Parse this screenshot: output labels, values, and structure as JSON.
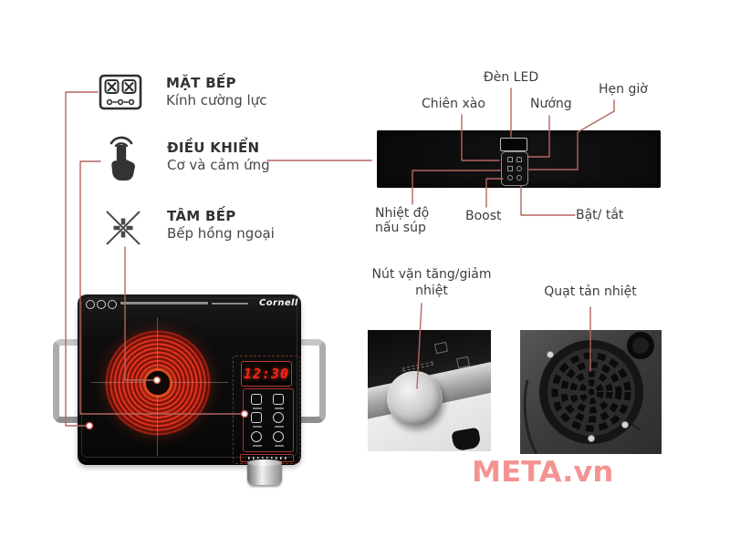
{
  "page": {
    "watermark": "META.vn"
  },
  "features": [
    {
      "icon": "cooktop-icon",
      "title": "MẶT BẾP",
      "subtitle": "Kính cường lực"
    },
    {
      "icon": "touch-icon",
      "title": "ĐIỀU KHIỂN",
      "subtitle": "Cơ và cảm ứng"
    },
    {
      "icon": "heater-center-icon",
      "title": "TÂM BẾP",
      "subtitle": "Bếp hồng ngoại"
    }
  ],
  "control_panel": {
    "labels": {
      "led": "Đèn LED",
      "timer": "Hẹn giờ",
      "stir_fry": "Chiên xào",
      "grill": "Nướng",
      "soup_temp": "Nhiệt độ nấu súp",
      "boost": "Boost",
      "power": "Bật/ tắt"
    }
  },
  "cooker": {
    "brand": "Cornell",
    "display_time": "12:30"
  },
  "detail_photos": {
    "knob_label": "Nút vặn tăng/giảm nhiệt",
    "fan_label": "Quạt tản nhiệt"
  },
  "colors": {
    "callout_line": "#b4655f",
    "display_red": "#ff2415",
    "watermark_pink": "#f49492",
    "coil_red": "#df3220"
  }
}
